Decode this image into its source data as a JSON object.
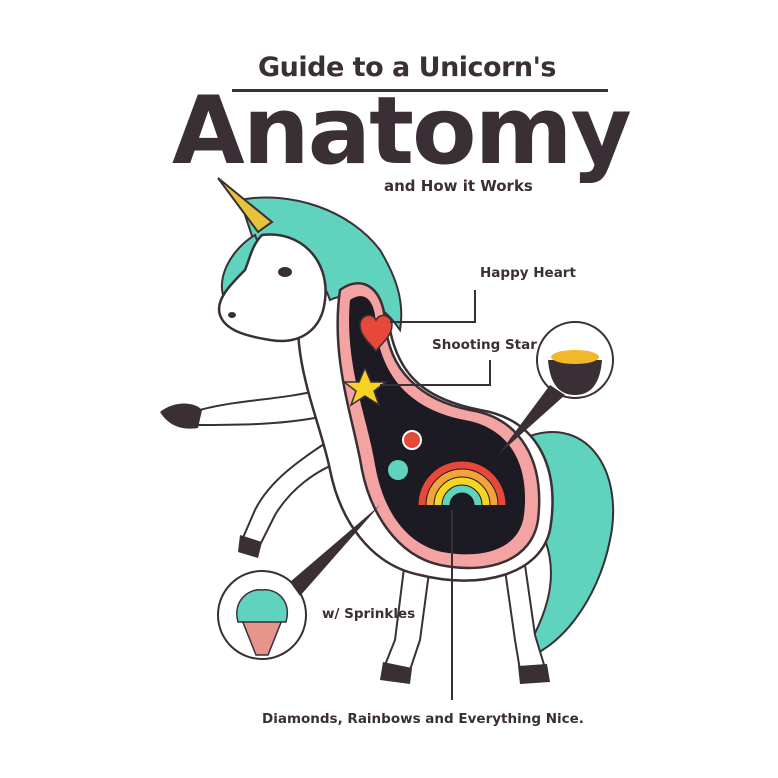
{
  "title": {
    "top": "Guide to a Unicorn's",
    "main": "Anatomy",
    "subtitle": "and How it Works"
  },
  "labels": {
    "heart": "Happy Heart",
    "star": "Shooting Star",
    "sprinkles": "w/ Sprinkles",
    "rainbow": "Diamonds, Rainbows and Everything Nice."
  },
  "colors": {
    "ink": "#3a2f35",
    "mane": "#5fd3bd",
    "horn": "#e7c23b",
    "flesh": "#f4a3a3",
    "cavity": "#1c1a22",
    "heart": "#e8483a",
    "star": "#f7d324",
    "gold": "#f2b82c",
    "cone": "#e5958a"
  }
}
